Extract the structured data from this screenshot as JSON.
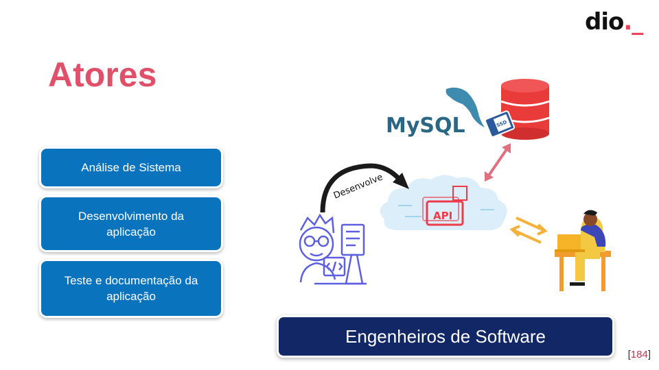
{
  "logo": {
    "text": "dio",
    "accent": "._"
  },
  "title": "Atores",
  "actors": [
    {
      "label": "Análise de Sistema"
    },
    {
      "label": "Desenvolvimento da\naplicação"
    },
    {
      "label": "Teste e documentação da\naplicação"
    }
  ],
  "diagram": {
    "mysql_label": "MySQL",
    "ssd_label": "SSD",
    "api_label": "API",
    "arrow_label": "Desenvolve"
  },
  "banner": "Engenheiros de Software",
  "page_number": "184",
  "colors": {
    "accent": "#e0506a",
    "actor_box": "#0a73be",
    "banner": "#122766"
  }
}
